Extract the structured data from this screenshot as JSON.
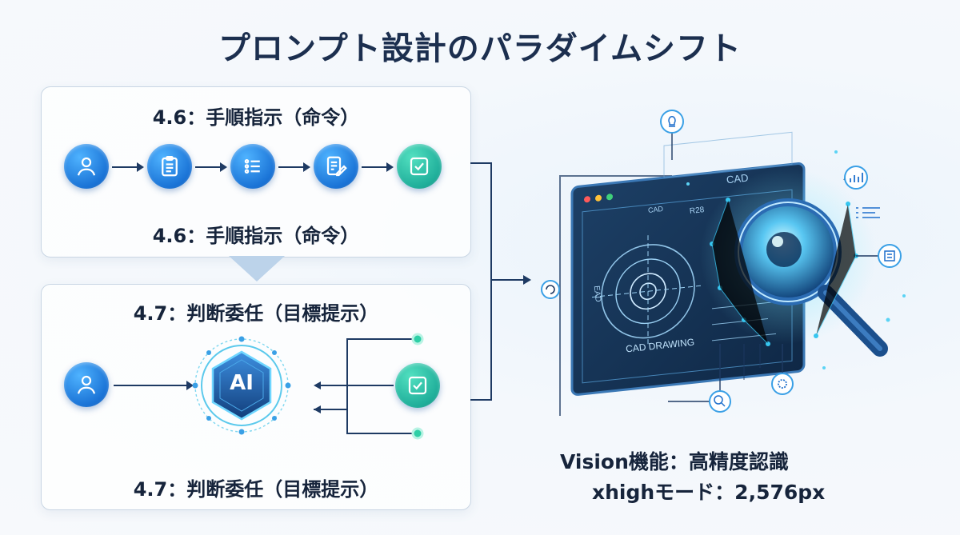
{
  "title": "プロンプト設計のパラダイムシフト",
  "top_panel": {
    "label_top": "4.6：手順指示（命令）",
    "label_bottom": "4.6：手順指示（命令）",
    "steps": [
      "user-icon",
      "clipboard-icon",
      "list-icon",
      "edit-icon",
      "check-icon"
    ]
  },
  "bottom_panel": {
    "label_top": "4.7：判断委任（目標提示）",
    "label_bottom": "4.7：判断委任（目標提示）",
    "ai_label": "AI"
  },
  "screen": {
    "header_label": "CAD",
    "drawing_label": "CAD",
    "dimension_label": "R28",
    "side_label": "EAD",
    "footer_label": "CAD DRAWING"
  },
  "captions": {
    "line1": "Vision機能：高精度認識",
    "line2": "xhighモード：2,576px"
  },
  "colors": {
    "accent_blue": "#1a73d6",
    "accent_teal": "#1fae9a",
    "screen_dark": "#16324f",
    "glow": "#3fe0ff"
  }
}
